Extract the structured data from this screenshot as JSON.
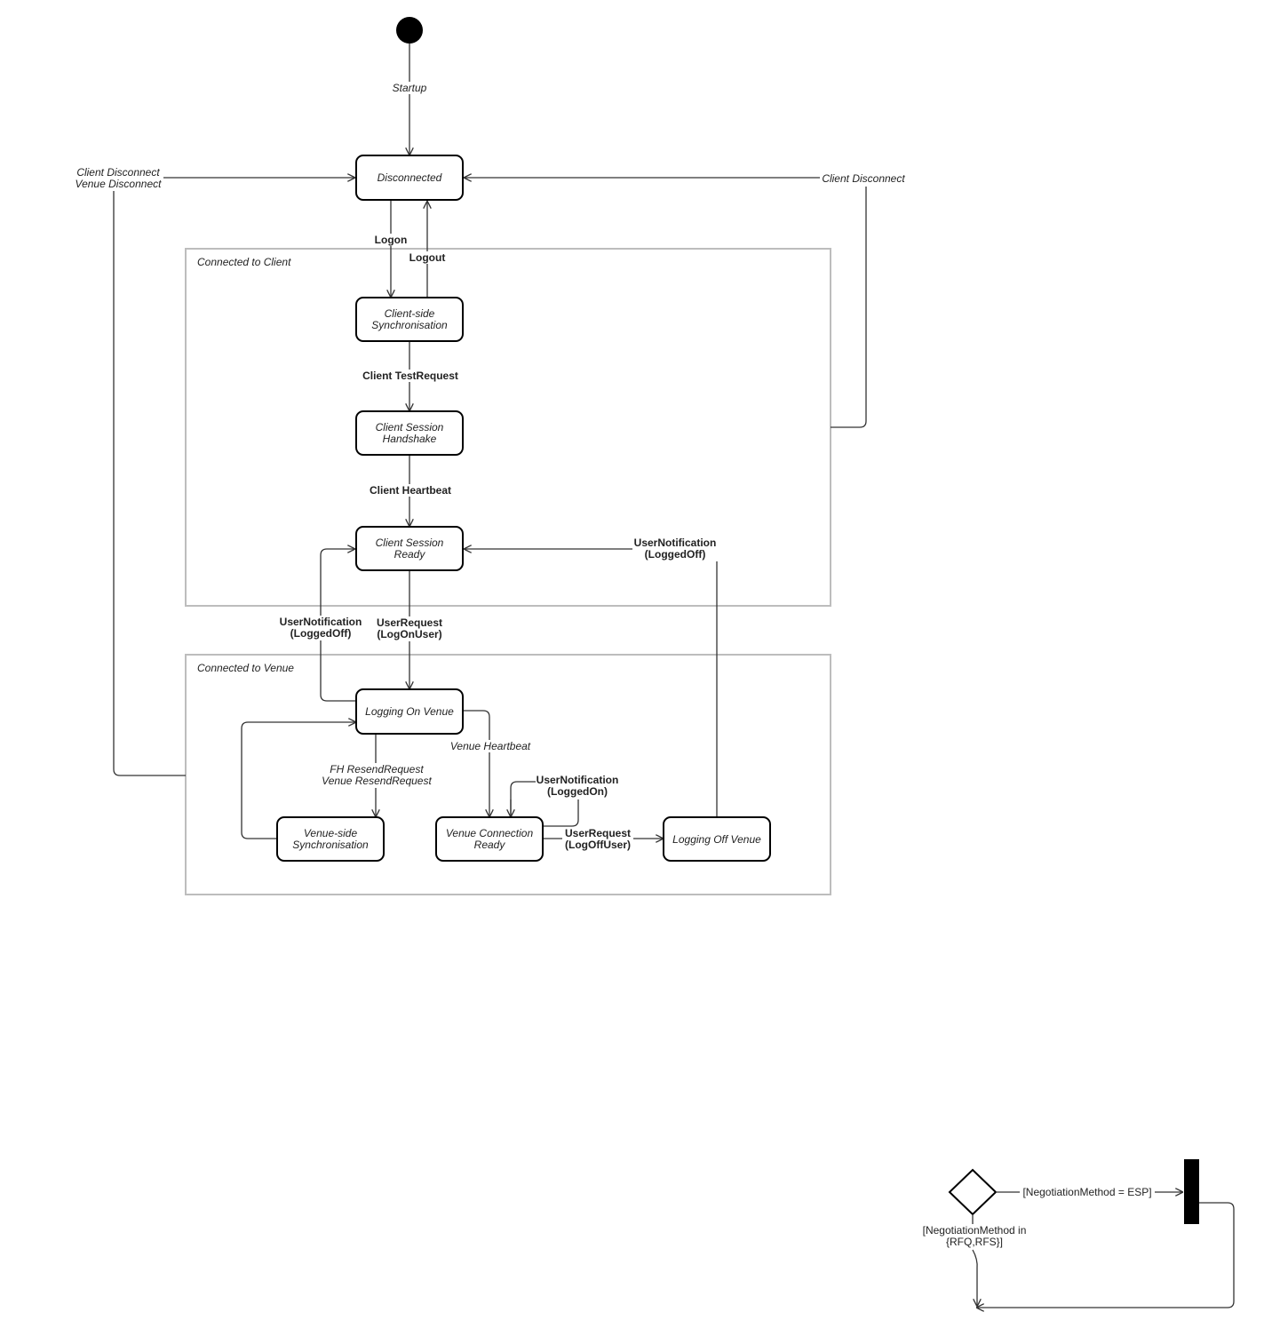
{
  "states": {
    "disconnected": "Disconnected",
    "client_sync": [
      "Client-side",
      "Synchronisation"
    ],
    "client_handshake": [
      "Client Session",
      "Handshake"
    ],
    "client_ready": [
      "Client Session",
      "Ready"
    ],
    "logging_on_venue": "Logging On Venue",
    "venue_sync": [
      "Venue-side",
      "Synchronisation"
    ],
    "venue_ready": [
      "Venue Connection",
      "Ready"
    ],
    "logging_off_venue": "Logging Off Venue"
  },
  "regions": {
    "client": "Connected to Client",
    "venue": "Connected to Venue"
  },
  "transitions": {
    "startup": "Startup",
    "disconnect_left": [
      "Client Disconnect",
      "Venue Disconnect"
    ],
    "disconnect_right": "Client Disconnect",
    "logon": "Logon",
    "logout": "Logout",
    "client_testrequest": "Client TestRequest",
    "client_heartbeat": "Client Heartbeat",
    "usernotif_loggedoff_right": [
      "UserNotification",
      "(LoggedOff)"
    ],
    "usernotif_loggedoff_left": [
      "UserNotification",
      "(LoggedOff)"
    ],
    "userrequest_logon": [
      "UserRequest",
      "(LogOnUser)"
    ],
    "venue_heartbeat": "Venue Heartbeat",
    "resend": [
      "FH ResendRequest",
      "Venue ResendRequest"
    ],
    "usernotif_loggedon": [
      "UserNotification",
      "(LoggedOn)"
    ],
    "userrequest_logoff": [
      "UserRequest",
      "(LogOffUser)"
    ]
  },
  "decision": {
    "esp_guard": "[NegotiationMethod = ESP]",
    "rfq_guard": [
      "[NegotiationMethod in",
      "{RFQ,RFS}]"
    ]
  }
}
